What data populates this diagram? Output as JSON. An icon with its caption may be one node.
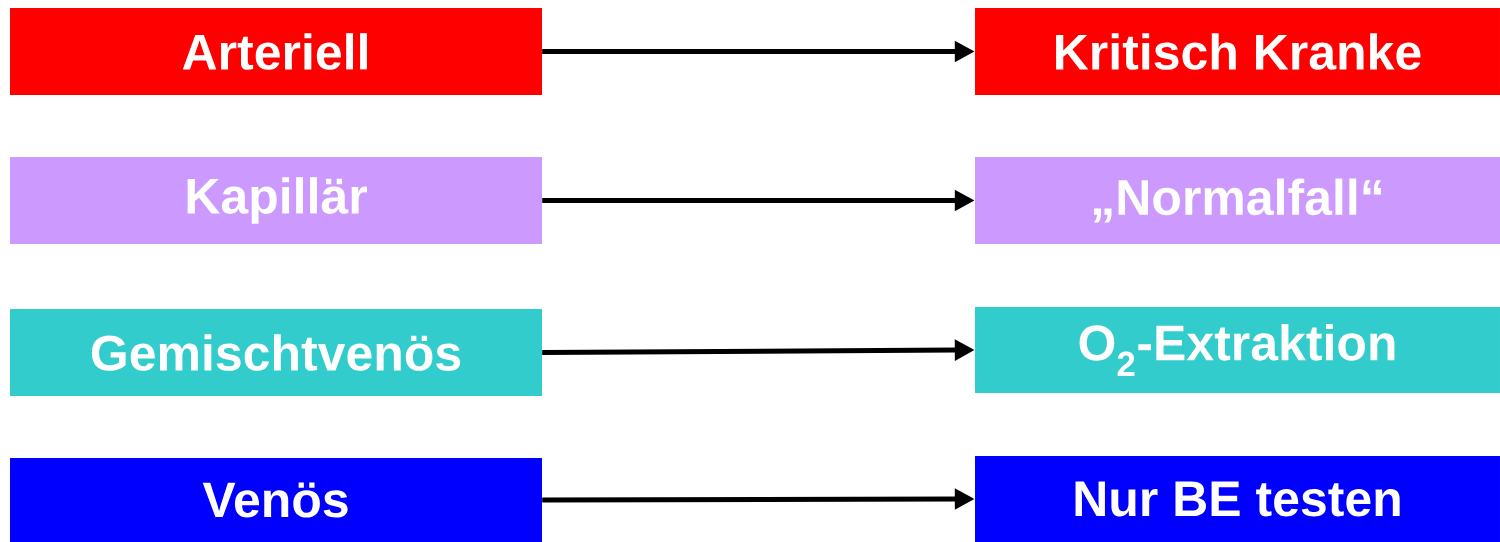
{
  "diagram": {
    "nodes": [
      {
        "text": [
          "Arteriell"
        ]
      },
      {
        "text": [
          "Kritisch Kranke"
        ]
      },
      {
        "text": [
          "Kapillär"
        ]
      },
      {
        "text": [
          "„Normalfall“"
        ]
      },
      {
        "text": [
          "Gemischtvenös"
        ]
      },
      {
        "text": [
          "O$_{2}$-Extraktion"
        ]
      },
      {
        "text": [
          "Venös"
        ]
      },
      {
        "text": [
          "Nur BE testen"
        ]
      }
    ],
    "edges": [
      {
        "from": 0,
        "to": 1,
        "arrow": "to"
      },
      {
        "from": 2,
        "to": 3,
        "arrow": "to"
      },
      {
        "from": 4,
        "to": 5,
        "arrow": "to"
      },
      {
        "from": 6,
        "to": 7,
        "arrow": "to"
      }
    ]
  }
}
